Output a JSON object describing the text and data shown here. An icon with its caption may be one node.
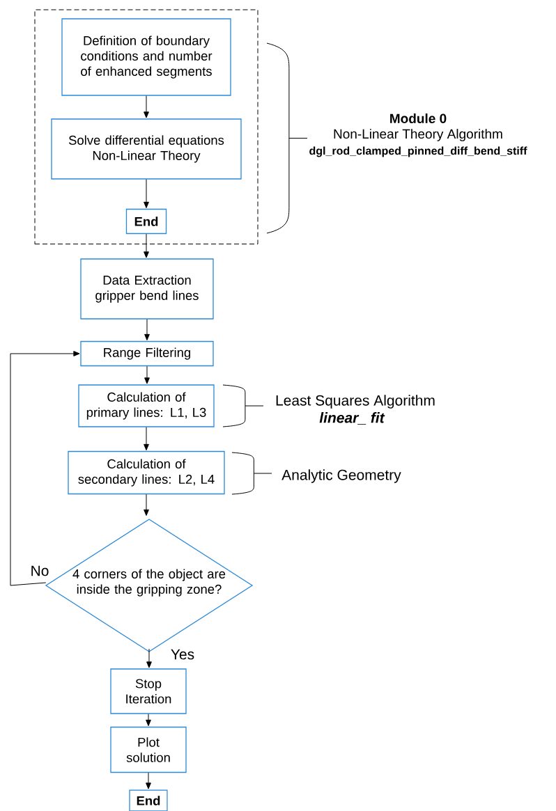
{
  "diagram": {
    "nodes": [
      {
        "text": [],
        "shape": "box"
      },
      {
        "text": [
          "Definition of boundary conditions and number of enhanced segments"
        ],
        "in": 0
      },
      {
        "text": [
          "Solve differential equations Non-Linear Theory"
        ],
        "in": 0
      },
      {
        "text": [
          "End"
        ],
        "in": 0
      },
      {
        "text": [
          "Data Extraction gripper bend lines"
        ]
      },
      {
        "text": [
          "Range Filtering"
        ]
      },
      {
        "text": [
          "Calculation of primary lines: L1, L3"
        ]
      },
      {
        "text": [
          "Calculation of secondary lines: L2, L4"
        ]
      },
      {
        "text": [
          "4 corners of the object are inside the gripping zone?"
        ]
      },
      {
        "text": [
          "Stop Iteration"
        ]
      },
      {
        "text": [
          "Plot solution"
        ]
      },
      {
        "text": [
          "End"
        ]
      }
    ],
    "edges": [
      {
        "from": 1,
        "to": 2,
        "arrow": "to"
      },
      {
        "from": 2,
        "to": 3,
        "arrow": "to"
      },
      {
        "from": 3,
        "to": 4,
        "arrow": "to"
      },
      {
        "from": 4,
        "to": 5,
        "arrow": "to"
      },
      {
        "from": 5,
        "to": 6,
        "arrow": "to"
      },
      {
        "from": 6,
        "to": 7,
        "arrow": "to"
      },
      {
        "from": 7,
        "to": 8,
        "arrow": "to"
      },
      {
        "from": 8,
        "to": 5,
        "arrow": "to",
        "label": "No"
      },
      {
        "from": 8,
        "to": 9,
        "arrow": "to",
        "label": "Yes"
      },
      {
        "from": 9,
        "to": 10,
        "arrow": "to"
      },
      {
        "from": 10,
        "to": 11,
        "arrow": "to"
      }
    ],
    "labels": [
      "Module 0",
      "Non-Linear Theory Algorithm",
      "dgl_rod_clamped_pinned_diff_bend_stiff",
      "Least Squares Algorithm",
      "linear_ fit",
      "Analytic Geometry"
    ]
  }
}
